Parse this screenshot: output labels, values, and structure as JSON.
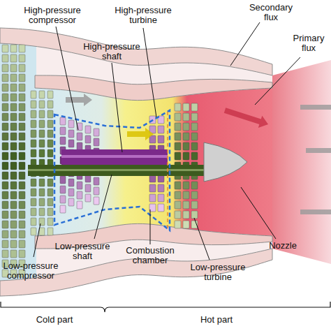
{
  "diagram": {
    "labels": [
      "High-pressure compressor",
      "High-pressure turbine",
      "Secondary flux",
      "High-pressure shaft",
      "Primary flux",
      "Low-pressure shaft",
      "Combustion chamber",
      "Low-pressure compressor",
      "Low-pressure turbine",
      "Nozzle",
      "Cold part",
      "Hot part"
    ]
  }
}
